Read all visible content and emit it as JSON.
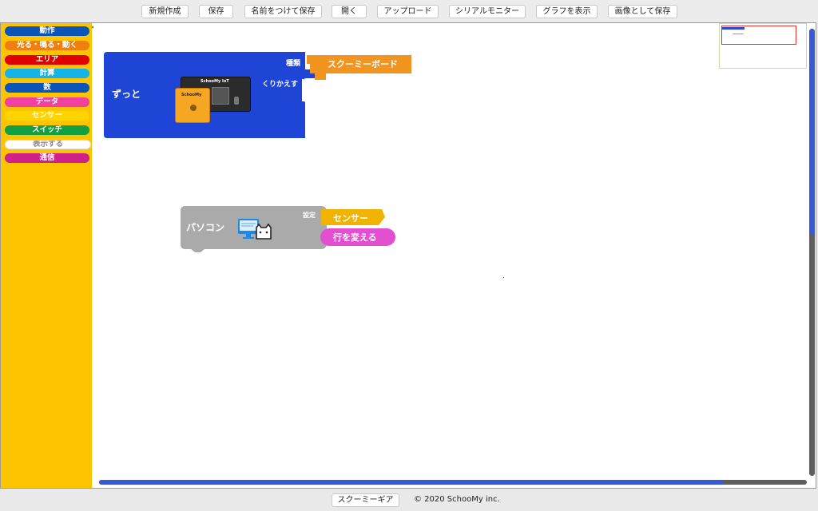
{
  "toolbar": {
    "buttons": [
      "新規作成",
      "保存",
      "名前をつけて保存",
      "開く",
      "アップロード",
      "シリアルモニター",
      "グラフを表示",
      "画像として保存"
    ]
  },
  "palette": {
    "categories": [
      {
        "label": "動作",
        "color": "#0b55b8"
      },
      {
        "label": "光る・鳴る・動く",
        "color": "#f07f10"
      },
      {
        "label": "エリア",
        "color": "#e00000"
      },
      {
        "label": "計算",
        "color": "#14b4e8"
      },
      {
        "label": "数",
        "color": "#0b55b8"
      },
      {
        "label": "データ",
        "color": "#f040a0"
      },
      {
        "label": "センサー",
        "color": "#ffd400"
      },
      {
        "label": "スイッチ",
        "color": "#12a040"
      },
      {
        "label": "表示する",
        "color": "#ffffff"
      },
      {
        "label": "通信",
        "color": "#d0208c"
      }
    ]
  },
  "blocks": {
    "forever": {
      "label": "ずっと",
      "kind_label": "種類",
      "repeat_label": "くりかえす",
      "board_value": "スクーミーボード",
      "board_brand": "SchooMy IoT",
      "board_small": "SchooMy",
      "color": "#1f45d6",
      "accent": "#f29420"
    },
    "pc": {
      "label": "パソコン",
      "setting_label": "設定",
      "sensor_value": "センサー",
      "newline_label": "行を変える",
      "color": "#aaaaaa",
      "sensor_color": "#f0b400",
      "newline_color": "#e24fd0"
    }
  },
  "footer": {
    "button": "スクーミーギア",
    "copyright": "© 2020 SchooMy inc."
  }
}
